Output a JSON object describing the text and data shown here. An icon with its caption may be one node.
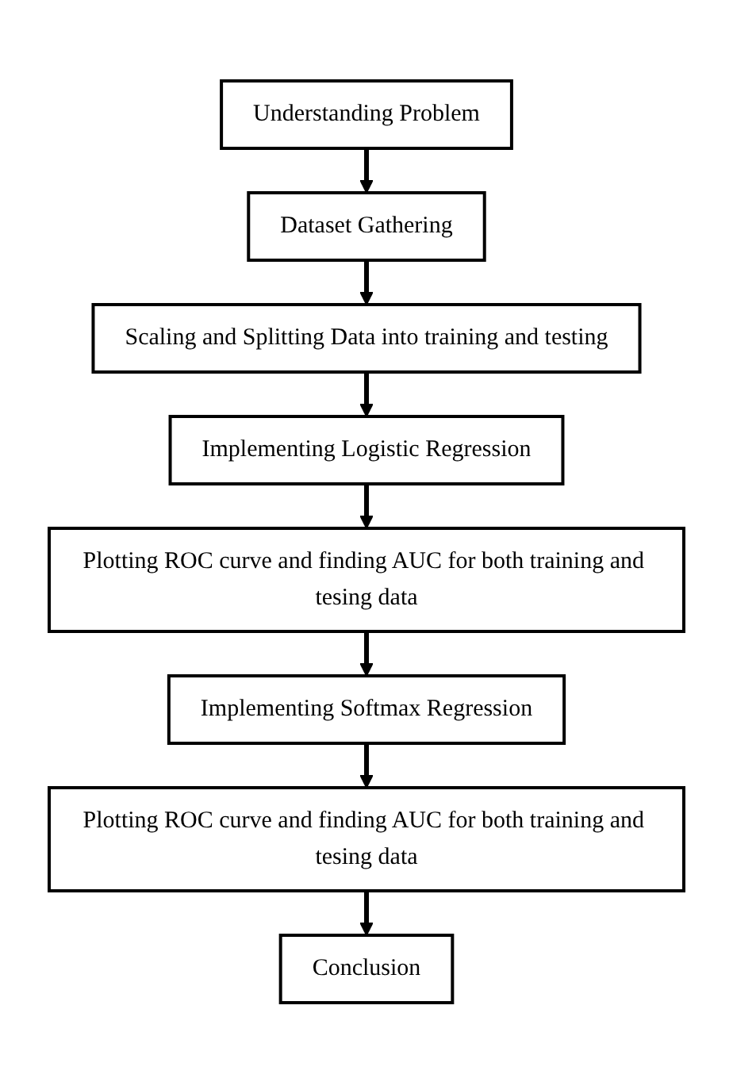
{
  "diagram": {
    "nodes": [
      {
        "text": [
          "Understanding Problem"
        ]
      },
      {
        "text": [
          "Dataset Gathering"
        ]
      },
      {
        "text": [
          "Scaling and Splitting Data into training and testing"
        ]
      },
      {
        "text": [
          "Implementing Logistic Regression"
        ]
      },
      {
        "text": [
          "Plotting ROC curve and finding AUC for both training and tesing data"
        ]
      },
      {
        "text": [
          "Implementing Softmax Regression"
        ]
      },
      {
        "text": [
          "Plotting ROC curve and finding AUC for both training and tesing data"
        ]
      },
      {
        "text": [
          "Conclusion"
        ]
      }
    ],
    "edges": [
      {
        "from": 0,
        "to": 1,
        "arrow": "to"
      },
      {
        "from": 1,
        "to": 2,
        "arrow": "to"
      },
      {
        "from": 2,
        "to": 3,
        "arrow": "to"
      },
      {
        "from": 3,
        "to": 4,
        "arrow": "to"
      },
      {
        "from": 4,
        "to": 5,
        "arrow": "to"
      },
      {
        "from": 5,
        "to": 6,
        "arrow": "to"
      },
      {
        "from": 6,
        "to": 7,
        "arrow": "to"
      }
    ]
  }
}
